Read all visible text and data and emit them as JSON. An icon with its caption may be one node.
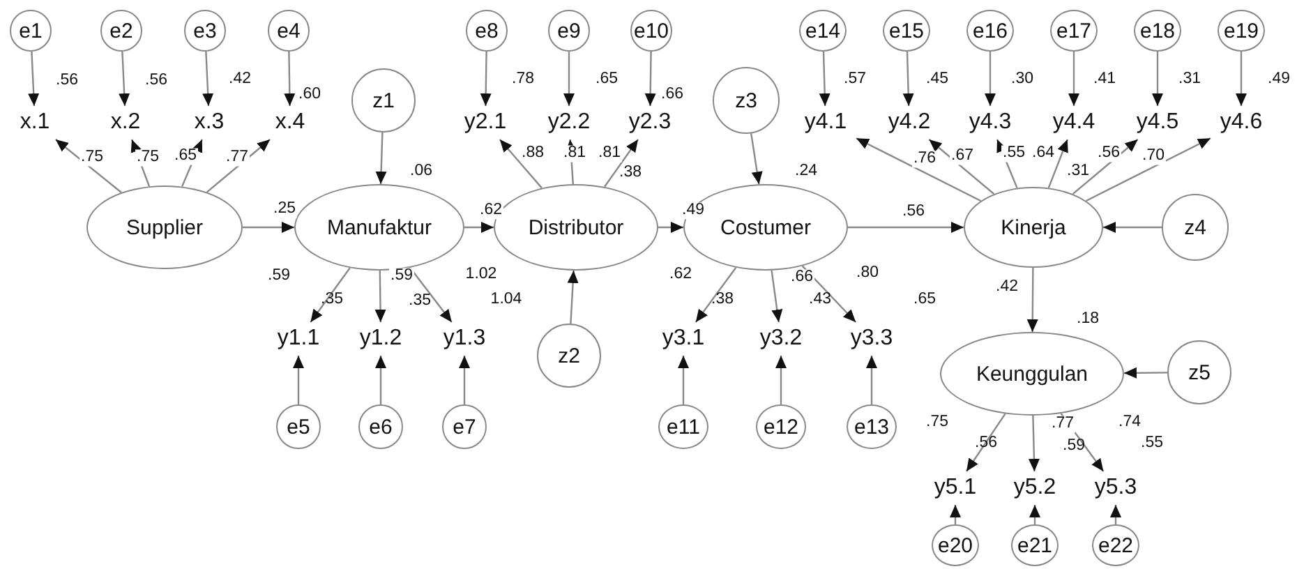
{
  "diagram": {
    "nodes": [
      {
        "text": [
          "e1"
        ]
      },
      {
        "text": [
          "e2"
        ]
      },
      {
        "text": [
          "e3"
        ]
      },
      {
        "text": [
          "e4"
        ]
      },
      {
        "text": [
          "e8"
        ]
      },
      {
        "text": [
          "e9"
        ]
      },
      {
        "text": [
          "e10"
        ]
      },
      {
        "text": [
          "e14"
        ]
      },
      {
        "text": [
          "e15"
        ]
      },
      {
        "text": [
          "e16"
        ]
      },
      {
        "text": [
          "e17"
        ]
      },
      {
        "text": [
          "e18"
        ]
      },
      {
        "text": [
          "e19"
        ]
      },
      {
        "text": [
          "z1"
        ]
      },
      {
        "text": [
          "z3"
        ]
      },
      {
        "text": [
          "x.1"
        ],
        "beside": [
          ".56"
        ]
      },
      {
        "text": [
          "x.2"
        ],
        "beside": [
          ".56"
        ]
      },
      {
        "text": [
          "x.3"
        ],
        "beside": [
          ".42"
        ]
      },
      {
        "text": [
          "x.4"
        ],
        "beside": [
          ".60"
        ]
      },
      {
        "text": [
          "y2.1"
        ],
        "beside": [
          ".78"
        ]
      },
      {
        "text": [
          "y2.2"
        ],
        "beside": [
          ".65"
        ]
      },
      {
        "text": [
          "y2.3"
        ],
        "beside": [
          ".66"
        ]
      },
      {
        "text": [
          "y4.1"
        ],
        "beside": [
          ".57"
        ]
      },
      {
        "text": [
          "y4.2"
        ],
        "beside": [
          ".45"
        ]
      },
      {
        "text": [
          "y4.3"
        ],
        "beside": [
          ".30"
        ]
      },
      {
        "text": [
          "y4.4"
        ],
        "beside": [
          ".41"
        ]
      },
      {
        "text": [
          "y4.5"
        ],
        "beside": [
          ".31"
        ]
      },
      {
        "text": [
          "y4.6"
        ],
        "beside": [
          ".49"
        ]
      },
      {
        "text": [
          "Supplier"
        ]
      },
      {
        "text": [
          "Manufaktur"
        ],
        "beside": [
          ".06"
        ]
      },
      {
        "text": [
          "Distributor"
        ],
        "beside": [
          ".38"
        ]
      },
      {
        "text": [
          "Costumer"
        ],
        "beside": [
          ".24"
        ]
      },
      {
        "text": [
          "Kinerja"
        ],
        "beside": [
          ".31"
        ]
      },
      {
        "text": [
          "z4"
        ]
      },
      {
        "text": [
          "y1.1"
        ],
        "beside": [
          ".35"
        ]
      },
      {
        "text": [
          "y1.2"
        ],
        "beside": [
          ".35"
        ]
      },
      {
        "text": [
          "y1.3"
        ],
        "beside": [
          "1.04"
        ]
      },
      {
        "text": [
          "z2"
        ]
      },
      {
        "text": [
          "y3.1"
        ],
        "beside": [
          ".38"
        ]
      },
      {
        "text": [
          "y3.2"
        ],
        "beside": [
          ".43"
        ]
      },
      {
        "text": [
          "y3.3"
        ],
        "beside": [
          ".65"
        ]
      },
      {
        "text": [
          "Keunggulan"
        ],
        "beside": [
          ".18"
        ]
      },
      {
        "text": [
          "z5"
        ]
      },
      {
        "text": [
          "e5"
        ]
      },
      {
        "text": [
          "e6"
        ]
      },
      {
        "text": [
          "e7"
        ]
      },
      {
        "text": [
          "e11"
        ]
      },
      {
        "text": [
          "e12"
        ]
      },
      {
        "text": [
          "e13"
        ]
      },
      {
        "text": [
          "y5.1"
        ],
        "beside": [
          ".56"
        ]
      },
      {
        "text": [
          "y5.2"
        ],
        "beside": [
          ".59"
        ]
      },
      {
        "text": [
          "y5.3"
        ],
        "beside": [
          ".55"
        ]
      },
      {
        "text": [
          "e20"
        ]
      },
      {
        "text": [
          "e21"
        ]
      },
      {
        "text": [
          "e22"
        ]
      }
    ],
    "edges": [
      {
        "from": 0,
        "to": 15,
        "arrow": "to"
      },
      {
        "from": 1,
        "to": 16,
        "arrow": "to"
      },
      {
        "from": 2,
        "to": 17,
        "arrow": "to"
      },
      {
        "from": 3,
        "to": 18,
        "arrow": "to"
      },
      {
        "from": 4,
        "to": 19,
        "arrow": "to"
      },
      {
        "from": 5,
        "to": 20,
        "arrow": "to"
      },
      {
        "from": 6,
        "to": 21,
        "arrow": "to"
      },
      {
        "from": 7,
        "to": 22,
        "arrow": "to"
      },
      {
        "from": 8,
        "to": 23,
        "arrow": "to"
      },
      {
        "from": 9,
        "to": 24,
        "arrow": "to"
      },
      {
        "from": 10,
        "to": 25,
        "arrow": "to"
      },
      {
        "from": 11,
        "to": 26,
        "arrow": "to"
      },
      {
        "from": 12,
        "to": 27,
        "arrow": "to"
      },
      {
        "from": 13,
        "to": 29,
        "arrow": "to"
      },
      {
        "from": 14,
        "to": 31,
        "arrow": "to"
      },
      {
        "from": 28,
        "to": 15,
        "label": ".75",
        "arrow": "to"
      },
      {
        "from": 28,
        "to": 16,
        "label": ".75",
        "arrow": "to"
      },
      {
        "from": 28,
        "to": 17,
        "label": ".65",
        "arrow": "to"
      },
      {
        "from": 28,
        "to": 18,
        "label": ".77",
        "arrow": "to"
      },
      {
        "from": 28,
        "to": 29,
        "label": ".25",
        "arrow": "to"
      },
      {
        "from": 29,
        "to": 30,
        "label": ".62",
        "arrow": "to"
      },
      {
        "from": 30,
        "to": 31,
        "label": ".49",
        "arrow": "to"
      },
      {
        "from": 31,
        "to": 32,
        "label": ".56",
        "arrow": "to"
      },
      {
        "from": 32,
        "to": 41,
        "label": ".42",
        "arrow": "to"
      },
      {
        "from": 30,
        "to": 19,
        "label": ".88",
        "arrow": "to"
      },
      {
        "from": 30,
        "to": 20,
        "label": ".81",
        "arrow": "to"
      },
      {
        "from": 30,
        "to": 21,
        "label": ".81",
        "arrow": "to"
      },
      {
        "from": 32,
        "to": 22,
        "label": ".76",
        "arrow": "to"
      },
      {
        "from": 32,
        "to": 23,
        "label": ".67",
        "arrow": "to"
      },
      {
        "from": 32,
        "to": 24,
        "label": ".55",
        "arrow": "to"
      },
      {
        "from": 32,
        "to": 25,
        "label": ".64",
        "arrow": "to"
      },
      {
        "from": 32,
        "to": 26,
        "label": ".56",
        "arrow": "to"
      },
      {
        "from": 32,
        "to": 27,
        "label": ".70",
        "arrow": "to"
      },
      {
        "from": 33,
        "to": 32,
        "arrow": "to"
      },
      {
        "from": 37,
        "to": 30,
        "arrow": "to"
      },
      {
        "from": 42,
        "to": 41,
        "arrow": "to"
      },
      {
        "from": 29,
        "to": 34,
        "label": ".59",
        "arrow": "to"
      },
      {
        "from": 29,
        "to": 35,
        "label": ".59",
        "arrow": "to"
      },
      {
        "from": 29,
        "to": 36,
        "label": "1.02",
        "arrow": "to"
      },
      {
        "from": 43,
        "to": 34,
        "arrow": "to"
      },
      {
        "from": 44,
        "to": 35,
        "arrow": "to"
      },
      {
        "from": 45,
        "to": 36,
        "arrow": "to"
      },
      {
        "from": 31,
        "to": 38,
        "label": ".62",
        "arrow": "to"
      },
      {
        "from": 31,
        "to": 39,
        "label": ".66",
        "arrow": "to"
      },
      {
        "from": 31,
        "to": 40,
        "label": ".80",
        "arrow": "to"
      },
      {
        "from": 46,
        "to": 38,
        "arrow": "to"
      },
      {
        "from": 47,
        "to": 39,
        "arrow": "to"
      },
      {
        "from": 48,
        "to": 40,
        "arrow": "to"
      },
      {
        "from": 41,
        "to": 49,
        "label": ".75",
        "arrow": "to"
      },
      {
        "from": 41,
        "to": 50,
        "label": ".77",
        "arrow": "to"
      },
      {
        "from": 41,
        "to": 51,
        "label": ".74",
        "arrow": "to"
      },
      {
        "from": 52,
        "to": 49,
        "arrow": "to"
      },
      {
        "from": 53,
        "to": 50,
        "arrow": "to"
      },
      {
        "from": 54,
        "to": 51,
        "arrow": "to"
      }
    ]
  }
}
